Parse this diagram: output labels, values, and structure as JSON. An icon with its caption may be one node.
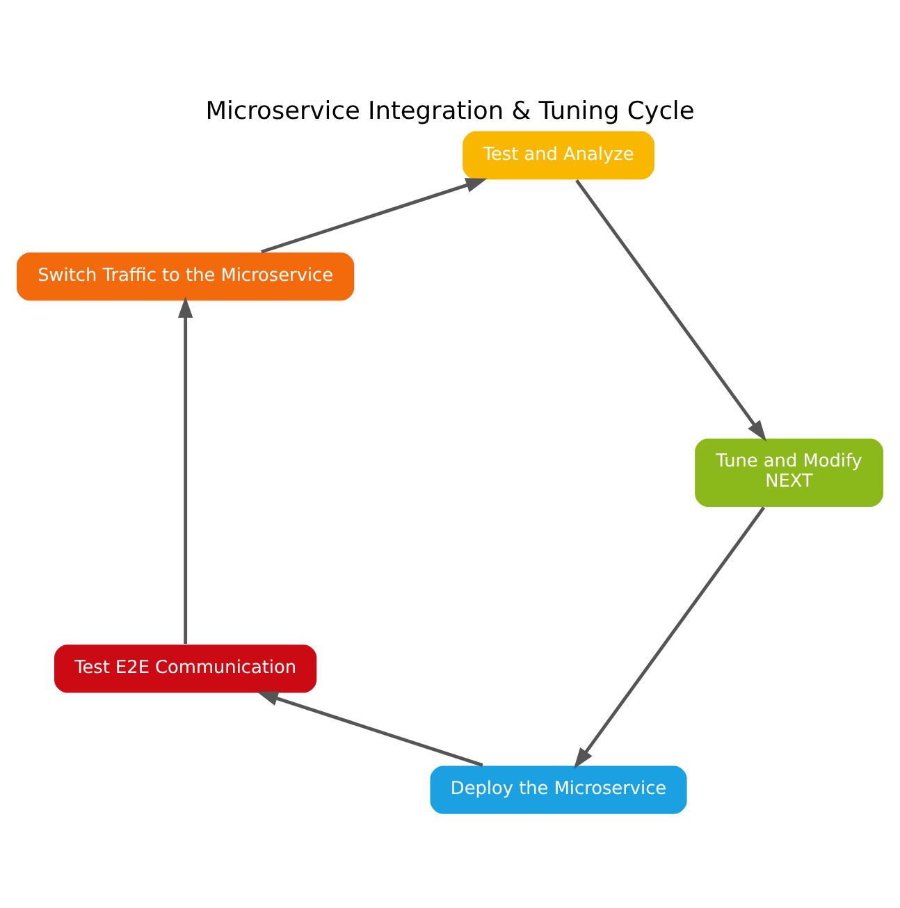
{
  "diagram": {
    "title": "Microservice Integration & Tuning Cycle",
    "nodes": [
      {
        "text": [
          "Deploy the Microservice"
        ]
      },
      {
        "text": [
          "Test E2E Communication"
        ]
      },
      {
        "text": [
          "Switch Traffic to the Microservice"
        ]
      },
      {
        "text": [
          "Test and Analyze"
        ]
      },
      {
        "text": [
          "Tune and Modify",
          "NEXT"
        ]
      }
    ],
    "edges": [
      {
        "from": 0,
        "to": 1,
        "arrow": "to"
      },
      {
        "from": 1,
        "to": 2,
        "arrow": "to"
      },
      {
        "from": 2,
        "to": 3,
        "arrow": "to"
      },
      {
        "from": 3,
        "to": 4,
        "arrow": "to"
      },
      {
        "from": 4,
        "to": 0,
        "arrow": "to"
      }
    ]
  }
}
